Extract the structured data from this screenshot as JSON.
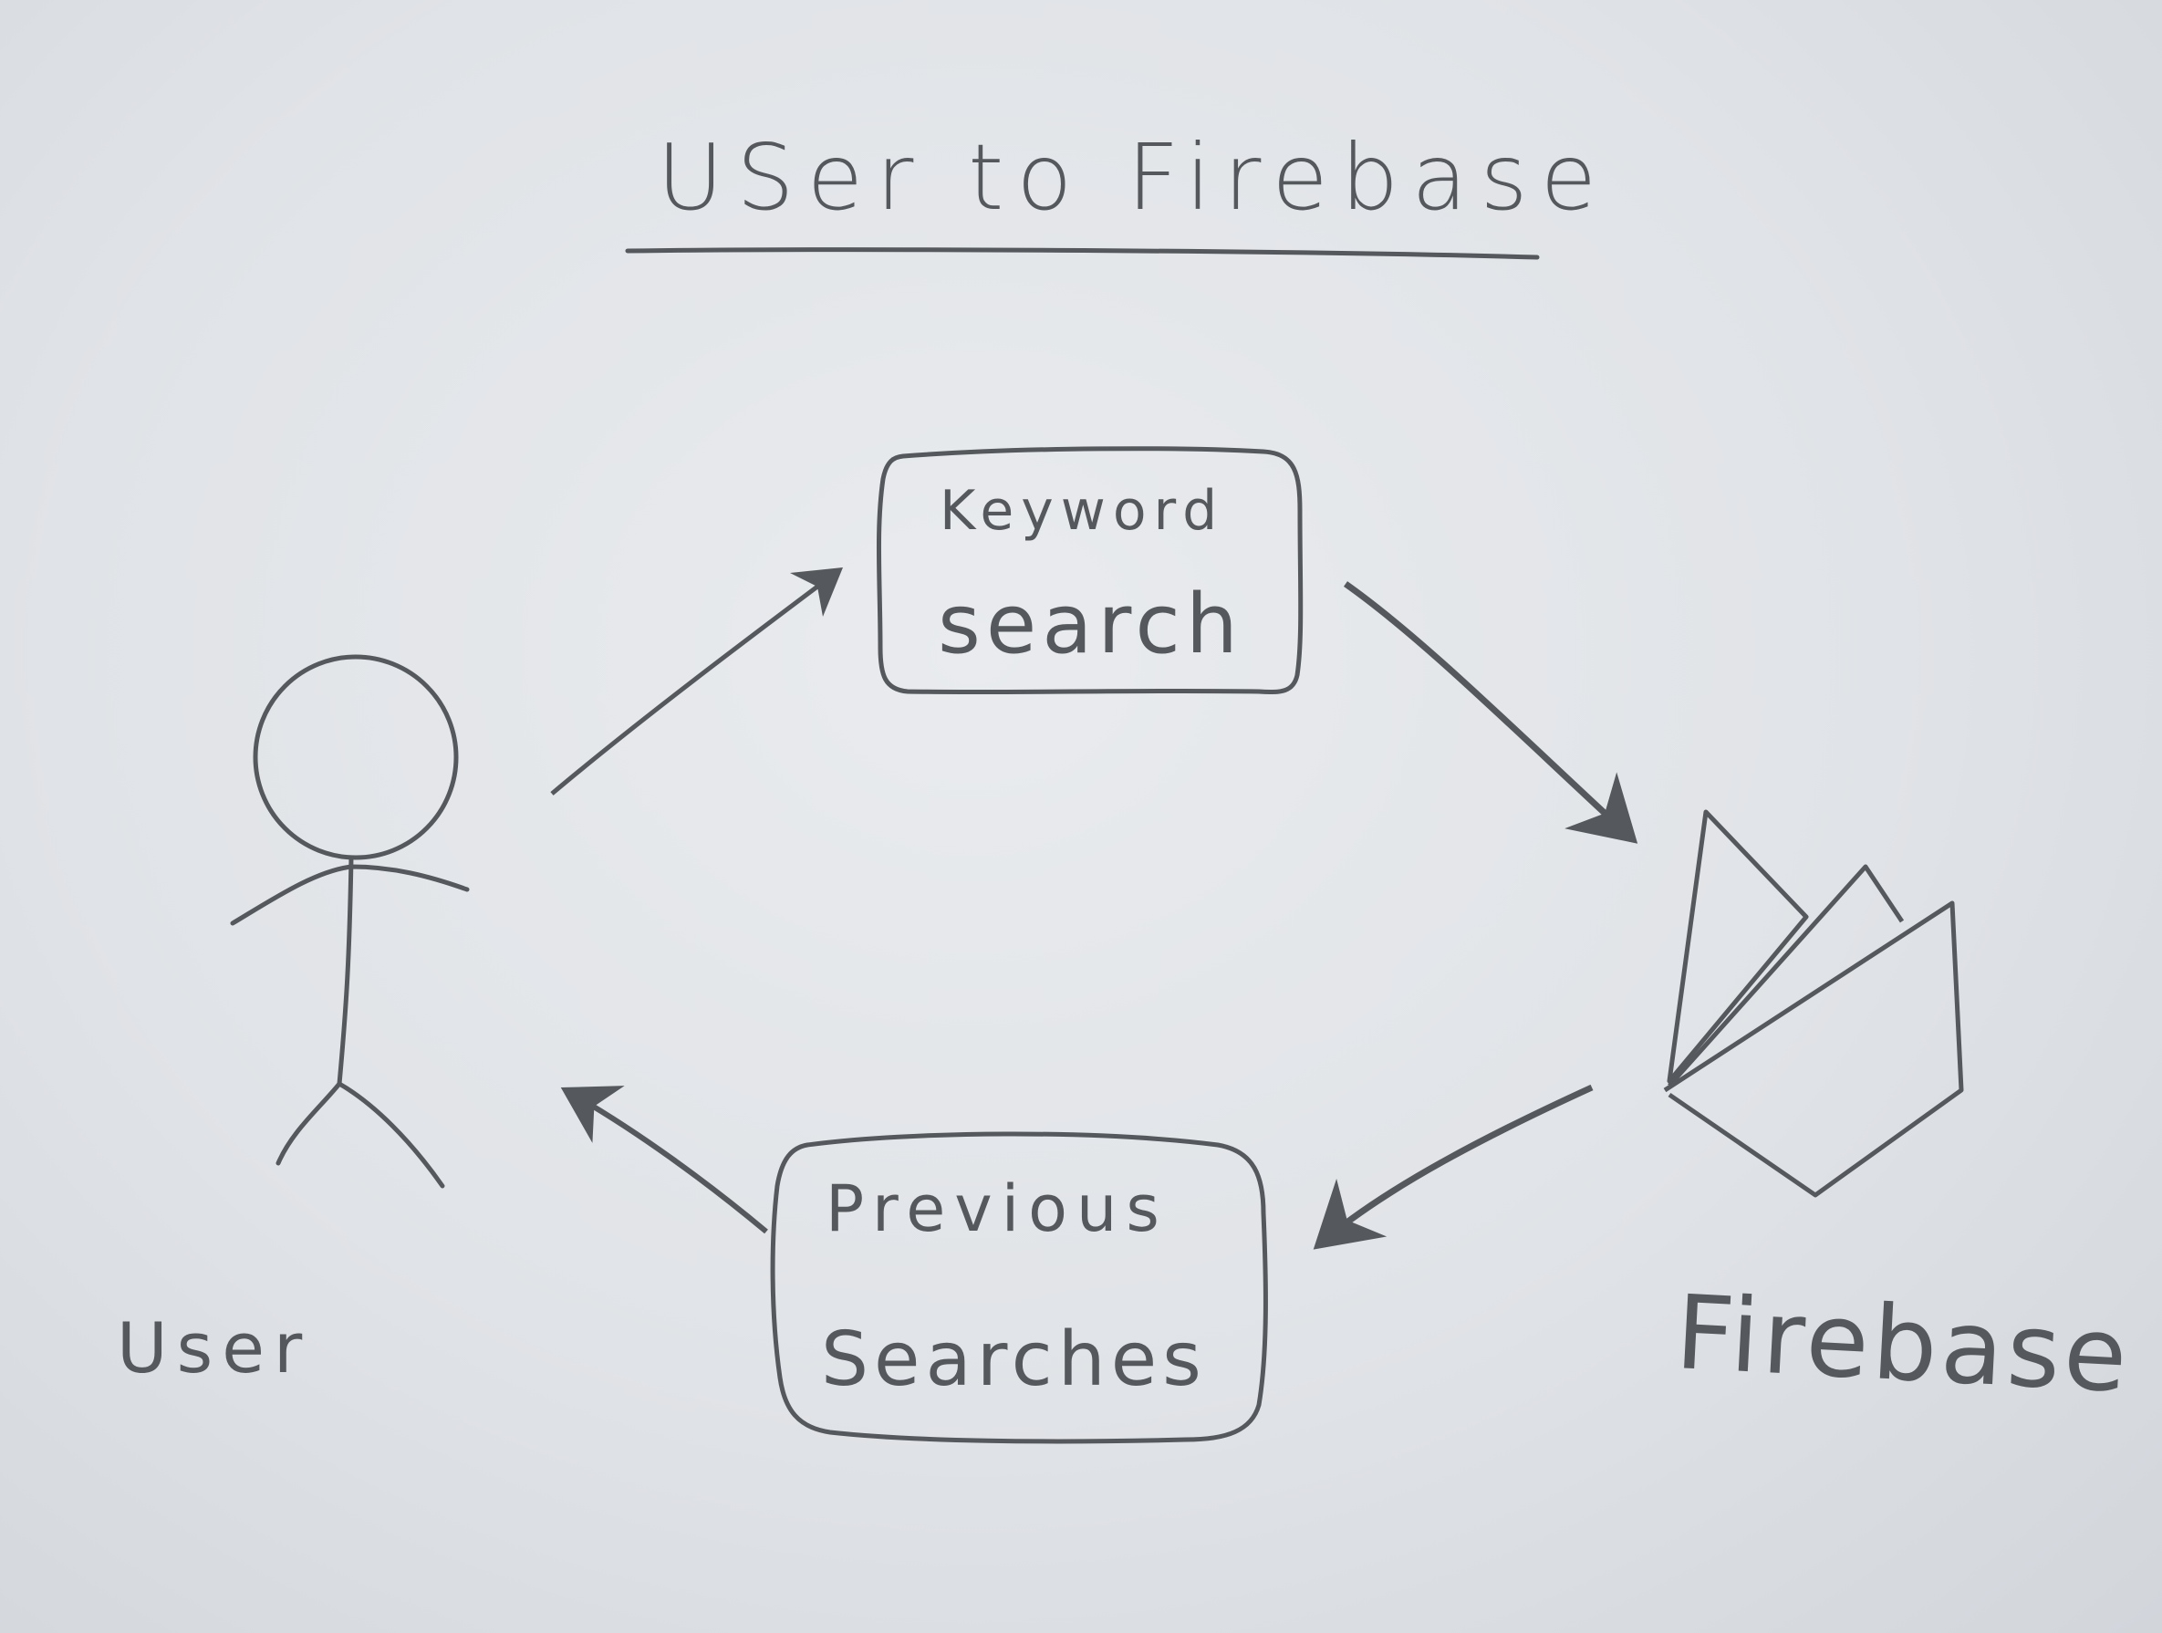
{
  "title": "USer to Firebase",
  "nodes": {
    "user": {
      "label": "User"
    },
    "keyword_search": {
      "line1": "Keyword",
      "line2": "search"
    },
    "previous_searches": {
      "line1": "Previous",
      "line2": "Searches"
    },
    "firebase": {
      "label": "Firebase"
    }
  },
  "edges": [
    {
      "from": "user",
      "to": "keyword_search"
    },
    {
      "from": "keyword_search",
      "to": "firebase"
    },
    {
      "from": "firebase",
      "to": "previous_searches"
    },
    {
      "from": "previous_searches",
      "to": "user"
    }
  ],
  "colors": {
    "pencil": "#55585c",
    "paper": "#e2e5e8"
  },
  "icons": {
    "user": "stick-figure-icon",
    "firebase": "firebase-flame-icon"
  }
}
